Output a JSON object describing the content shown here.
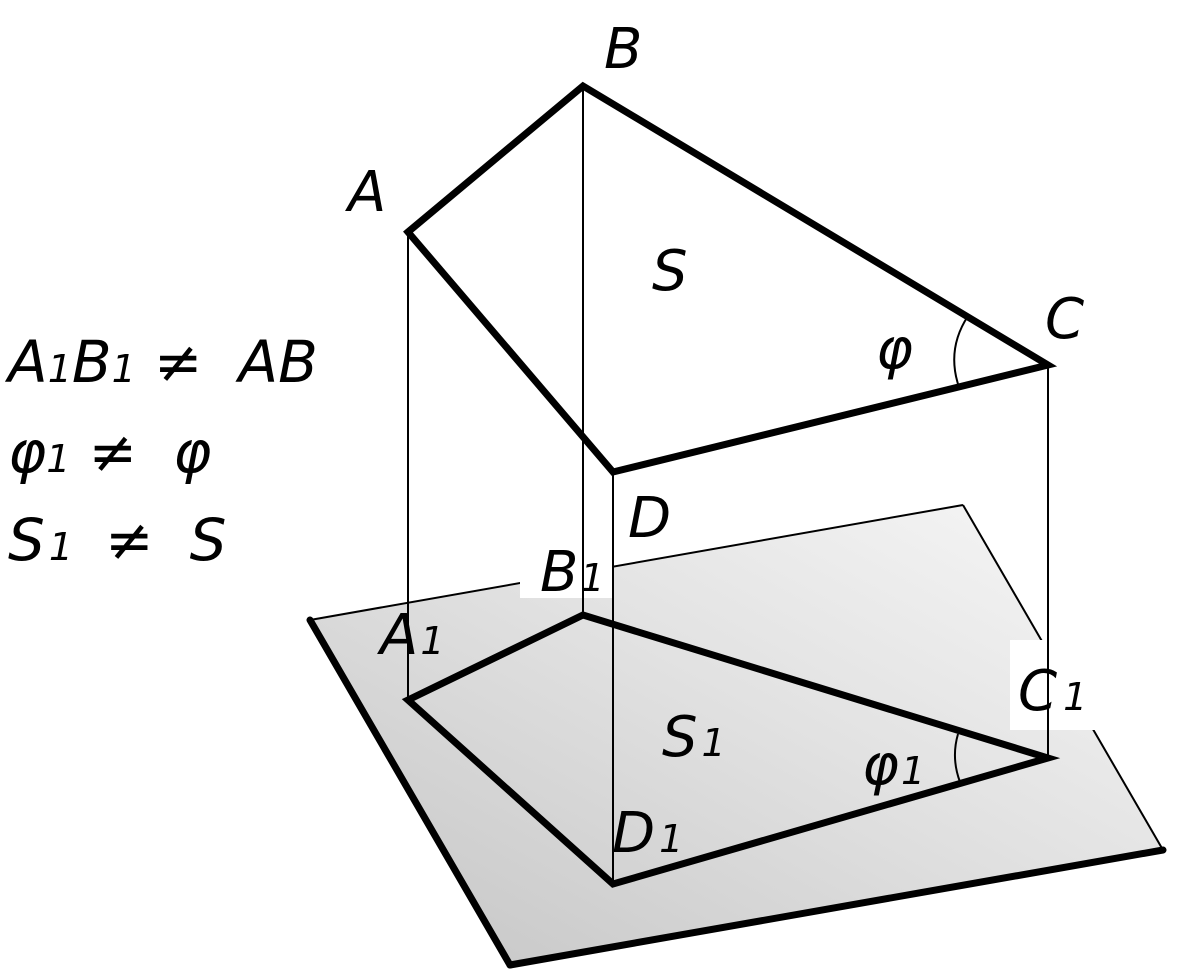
{
  "colors": {
    "stroke": "#000000",
    "plane_fill_light": "#f6f6f6",
    "plane_fill_dark": "#c4c4c4",
    "background": "#ffffff"
  },
  "labels": {
    "A": "A",
    "B": "B",
    "C": "C",
    "D": "D",
    "S": "S",
    "phi": "φ",
    "A1": "A",
    "B1": "B",
    "C1": "C",
    "D1": "D",
    "S1": "S",
    "phi1": "φ",
    "sub": "1"
  },
  "equations": [
    {
      "lhs_1": "A",
      "lhs_sub_1": "1",
      "lhs_2": "B",
      "lhs_sub_2": "1",
      "rel": "≠",
      "rhs": "AB"
    },
    {
      "lhs_1": "φ",
      "lhs_sub_1": "1",
      "rel": "≠",
      "rhs": "φ"
    },
    {
      "lhs_1": "S",
      "lhs_sub_1": "1",
      "rel": "≠",
      "rhs": "S"
    }
  ]
}
